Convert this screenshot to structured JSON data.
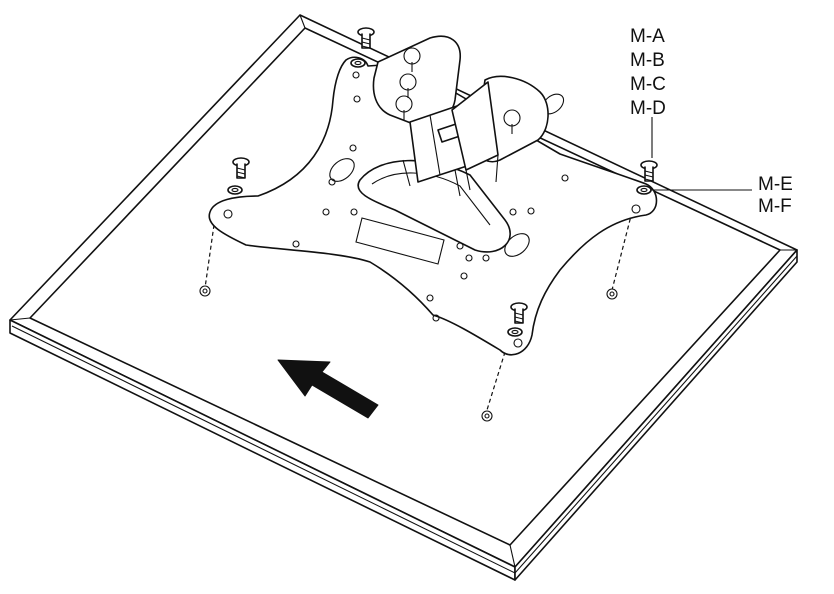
{
  "labels": {
    "screw_group": [
      "M-A",
      "M-B",
      "M-C",
      "M-D"
    ],
    "washer_group": [
      "M-E",
      "M-F"
    ]
  },
  "icons": {
    "direction_arrow": "arrow-up-left-icon"
  }
}
